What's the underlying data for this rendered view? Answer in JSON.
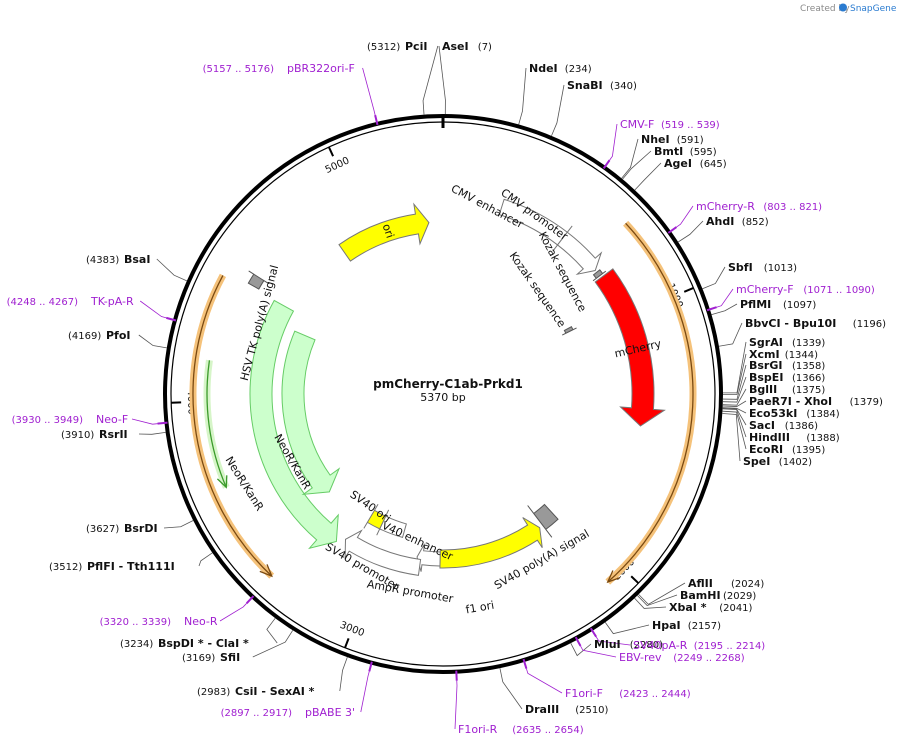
{
  "branding": {
    "prefix": "Created by",
    "product": "SnapGene"
  },
  "plasmid": {
    "name": "pmCherry-C1ab-Prkd1",
    "size": "5370 bp",
    "length_bp": 5370
  },
  "ticks": [
    "1000",
    "2000",
    "3000",
    "4000",
    "5000"
  ],
  "sites": [
    {
      "name": "PciI",
      "pos": "(5312)"
    },
    {
      "name": "AseI",
      "pos": "(7)"
    },
    {
      "name": "NdeI",
      "pos": "(234)"
    },
    {
      "name": "SnaBI",
      "pos": "(340)"
    },
    {
      "name": "NheI",
      "pos": "(591)"
    },
    {
      "name": "BmtI",
      "pos": "(595)"
    },
    {
      "name": "AgeI",
      "pos": "(645)"
    },
    {
      "name": "AhdI",
      "pos": "(852)"
    },
    {
      "name": "SbfI",
      "pos": "(1013)"
    },
    {
      "name": "PflMI",
      "pos": "(1097)"
    },
    {
      "name": "BbvCI - Bpu10I",
      "pos": "(1196)"
    },
    {
      "name": "SgrAI",
      "pos": "(1339)"
    },
    {
      "name": "XcmI",
      "pos": "(1344)"
    },
    {
      "name": "BsrGI",
      "pos": "(1358)"
    },
    {
      "name": "BspEI",
      "pos": "(1366)"
    },
    {
      "name": "BglII",
      "pos": "(1375)"
    },
    {
      "name": "PaeR7I - XhoI",
      "pos": "(1379)"
    },
    {
      "name": "Eco53kI",
      "pos": "(1384)"
    },
    {
      "name": "SacI",
      "pos": "(1386)"
    },
    {
      "name": "HindIII",
      "pos": "(1388)"
    },
    {
      "name": "EcoRI",
      "pos": "(1395)"
    },
    {
      "name": "SpeI",
      "pos": "(1402)"
    },
    {
      "name": "AflII",
      "pos": "(2024)"
    },
    {
      "name": "BamHI",
      "pos": "(2029)"
    },
    {
      "name": "XbaI *",
      "pos": "(2041)"
    },
    {
      "name": "HpaI",
      "pos": "(2157)"
    },
    {
      "name": "MluI",
      "pos": "(2280)"
    },
    {
      "name": "DraIII",
      "pos": "(2510)"
    },
    {
      "name": "CsiI - SexAI *",
      "pos": "(2983)"
    },
    {
      "name": "SfiI",
      "pos": "(3169)"
    },
    {
      "name": "BspDI * - ClaI *",
      "pos": "(3234)"
    },
    {
      "name": "PflFI - Tth111I",
      "pos": "(3512)"
    },
    {
      "name": "BsrDI",
      "pos": "(3627)"
    },
    {
      "name": "RsrII",
      "pos": "(3910)"
    },
    {
      "name": "PfoI",
      "pos": "(4169)"
    },
    {
      "name": "BsaI",
      "pos": "(4383)"
    }
  ],
  "primers": [
    {
      "name": "pBR322ori-F",
      "range": "(5157 .. 5176)"
    },
    {
      "name": "CMV-F",
      "range": "(519 .. 539)"
    },
    {
      "name": "mCherry-R",
      "range": "(803 .. 821)"
    },
    {
      "name": "mCherry-F",
      "range": "(1071 .. 1090)"
    },
    {
      "name": "SV40pA-R",
      "range": "(2195 .. 2214)"
    },
    {
      "name": "EBV-rev",
      "range": "(2249 .. 2268)"
    },
    {
      "name": "F1ori-F",
      "range": "(2423 .. 2444)"
    },
    {
      "name": "F1ori-R",
      "range": "(2635 .. 2654)"
    },
    {
      "name": "pBABE 3'",
      "range": "(2897 .. 2917)"
    },
    {
      "name": "Neo-R",
      "range": "(3320 .. 3339)"
    },
    {
      "name": "Neo-F",
      "range": "(3930 .. 3949)"
    },
    {
      "name": "TK-pA-R",
      "range": "(4248 .. 4267)"
    }
  ],
  "features": [
    {
      "name": "ori",
      "color": "#ffff00"
    },
    {
      "name": "CMV enhancer",
      "color": "#ffffff"
    },
    {
      "name": "CMV promoter",
      "color": "#ffffff"
    },
    {
      "name": "Kozak sequence",
      "color": "#999999"
    },
    {
      "name": "Kozak sequence",
      "color": "#999999"
    },
    {
      "name": "mCherry",
      "color": "#ff0000"
    },
    {
      "name": "SV40 poly(A) signal",
      "color": "#999999"
    },
    {
      "name": "f1 ori",
      "color": "#ffff00"
    },
    {
      "name": "AmpR promoter",
      "color": "#ffffff"
    },
    {
      "name": "SV40 promoter",
      "color": "#ffffff"
    },
    {
      "name": "SV40 enhancer",
      "color": "#ffffff"
    },
    {
      "name": "SV40 ori",
      "color": "#ffff00"
    },
    {
      "name": "NeoR/KanR",
      "color": "#ccffcc"
    },
    {
      "name": "NeoR/KanR",
      "color": "#ccffcc"
    },
    {
      "name": "HSV TK poly(A) signal",
      "color": "#999999"
    }
  ],
  "colors": {
    "backbone": "#000000",
    "primer": "#a020d0",
    "orf": "#f5c27a",
    "orf_edge": "#7a4a12",
    "green_orf": "#3a9a2a"
  }
}
